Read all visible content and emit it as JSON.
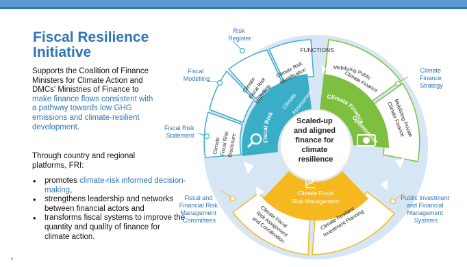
{
  "title": [
    "Fiscal Resilience",
    "Initiative"
  ],
  "intro": {
    "plain": [
      "Supports the Coalition of Finance",
      "Ministers for Climate Action and",
      "DMCs' Ministries of Finance to"
    ],
    "highlight": [
      "make finance flows consistent with",
      "a pathway towards low GHG",
      "emissions and climate-resilient"
    ],
    "tail": "development",
    "end": "."
  },
  "platforms": [
    "Through country and regional",
    "platforms, FRI:"
  ],
  "bullets": [
    {
      "text": "promotes ",
      "highlight": "climate-risk informed decision-making",
      "suffix": ","
    },
    {
      "text": "strengthens leadership and networks between financial actors and",
      "highlight": "",
      "suffix": ""
    },
    {
      "text": "transforms fiscal systems to improve the quantity and quality of finance for climate action.",
      "highlight": "",
      "suffix": ""
    }
  ],
  "page_number": "6",
  "diagram": {
    "center": [
      "Scaled-up",
      "and aligned",
      "finance for",
      "climate",
      "resilience"
    ],
    "functions_label": "FUNCTIONS",
    "segments": [
      {
        "name": [
          "Climate",
          "Fiscal Risk",
          "Assessment"
        ],
        "color": "#3aaec7"
      },
      {
        "name": [
          "Climate Finance",
          "Optimization"
        ],
        "color": "#7dc03f"
      },
      {
        "name": [
          "Climate Fiscal",
          "Risk Management"
        ],
        "color": "#f5b91f"
      }
    ],
    "subsegments": {
      "risk_identification": [
        "Climate Risk",
        "Identification"
      ],
      "fiscal_risk_modelling": [
        "Climate",
        "Fiscal Risk",
        "Modelling"
      ],
      "fiscal_risk_disclosure": [
        "Climate",
        "Fiscal Risk",
        "Disclosure"
      ],
      "mobilizing_public": [
        "Mobilizing Public",
        "Climate Finance"
      ],
      "mobilizing_private": [
        "Mobilizing Private",
        "Climate Finance"
      ],
      "risk_assignment": [
        "Climate Fiscal",
        "Risk Assignment",
        "and Coordination"
      ],
      "resilient_planning": [
        "Climate Resilient",
        "Investment Planning"
      ]
    },
    "outer_labels": {
      "risk_register": [
        "Risk",
        "Register"
      ],
      "fiscal_modelling": [
        "Fiscal",
        "Modelling"
      ],
      "fiscal_risk_statement": [
        "Fiscal Risk",
        "Statement"
      ],
      "climate_finance_strategy": [
        "Climate",
        "Finance",
        "Strategy"
      ],
      "fiscal_financial_committees": [
        "Fiscal and",
        "Financial Risk",
        "Management",
        "Committees"
      ],
      "public_investment_systems": [
        "Public Investment",
        "and Financial",
        "Management",
        "Systems"
      ]
    }
  },
  "colors": {
    "title_blue": "#2e75b6",
    "label_blue": "#2e75b6",
    "assessment_teal": "#3aaec7",
    "optimization_green": "#7dc03f",
    "management_yellow": "#f5b91f",
    "ring_light_blue": "#d6e6f5"
  }
}
